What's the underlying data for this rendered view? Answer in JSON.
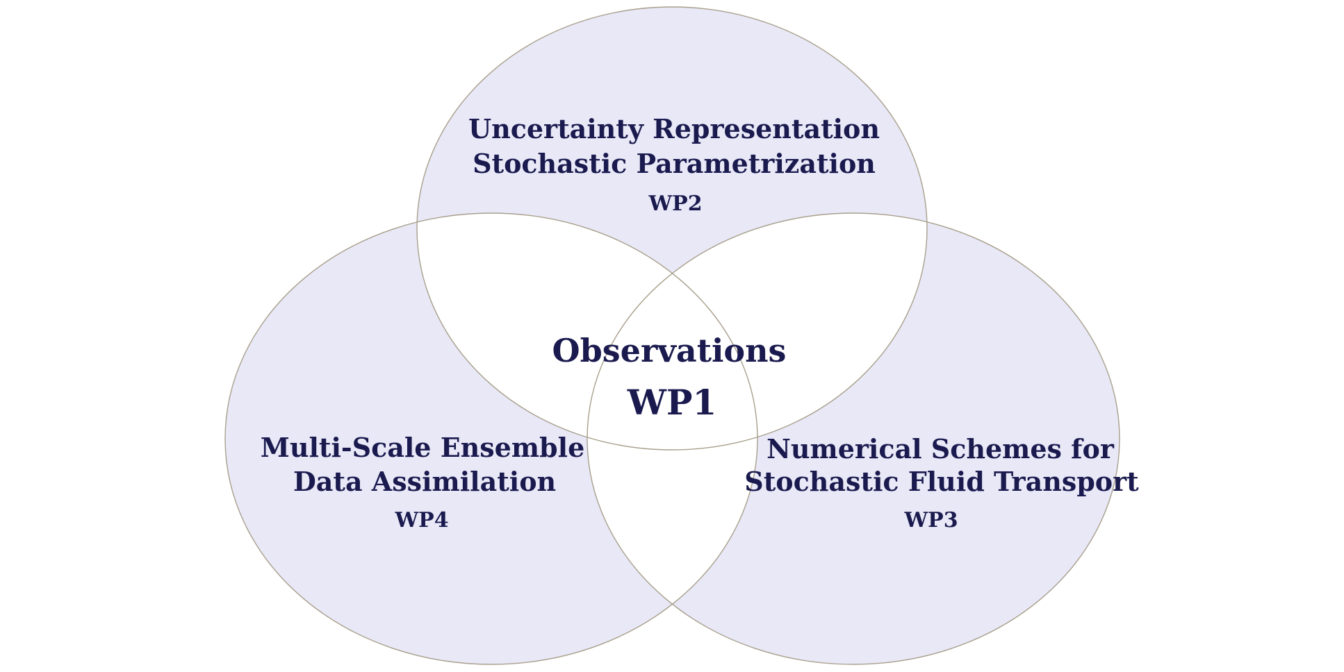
{
  "diagram": {
    "type": "venn",
    "background_color": "#ffffff",
    "set_fill_color": "#e8e8f7",
    "overlap_fill_color": "#ffffff",
    "outline_color": "#a89f8b",
    "text_color": "#1a1a4f",
    "center": {
      "title": "Observations",
      "code": "WP1"
    },
    "top": {
      "line1": "Uncertainty Representation",
      "line2": "Stochastic Parametrization",
      "code": "WP2"
    },
    "left": {
      "line1": "Multi-Scale Ensemble",
      "line2": "Data Assimilation",
      "code": "WP4"
    },
    "right": {
      "line1": "Numerical Schemes for",
      "line2": "Stochastic Fluid Transport",
      "code": "WP3"
    }
  }
}
